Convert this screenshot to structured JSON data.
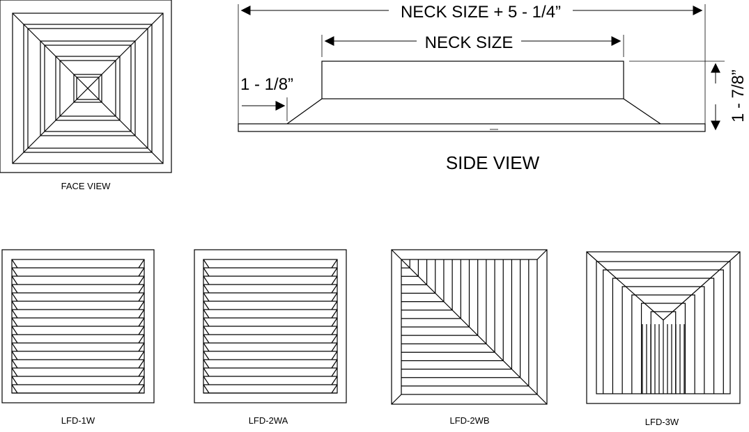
{
  "labels": {
    "face_view": "FACE VIEW",
    "side_view": "SIDE VIEW",
    "overall_width": "NECK SIZE + 5 - 1/4”",
    "neck_size": "NECK SIZE",
    "flange_offset": "1 - 1/8”",
    "height": "1 - 7/8”"
  },
  "models": [
    {
      "name": "LFD-1W"
    },
    {
      "name": "LFD-2WA"
    },
    {
      "name": "LFD-2WB"
    },
    {
      "name": "LFD-3W"
    }
  ],
  "colors": {
    "line": "#000000",
    "background": "#ffffff"
  }
}
